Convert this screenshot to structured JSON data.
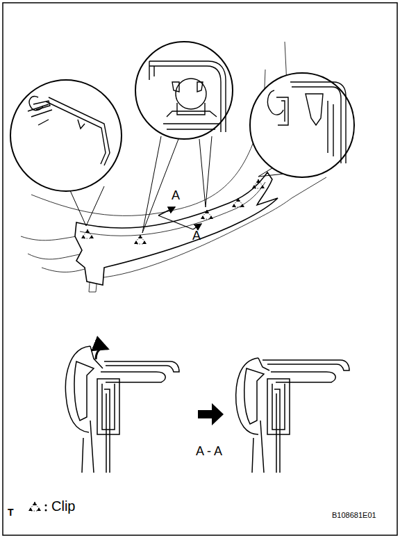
{
  "diagram": {
    "labels": [
      "A",
      "A",
      "A - A",
      "T",
      "B108681E01"
    ],
    "legend": [
      {
        "text": "Clip"
      }
    ]
  }
}
